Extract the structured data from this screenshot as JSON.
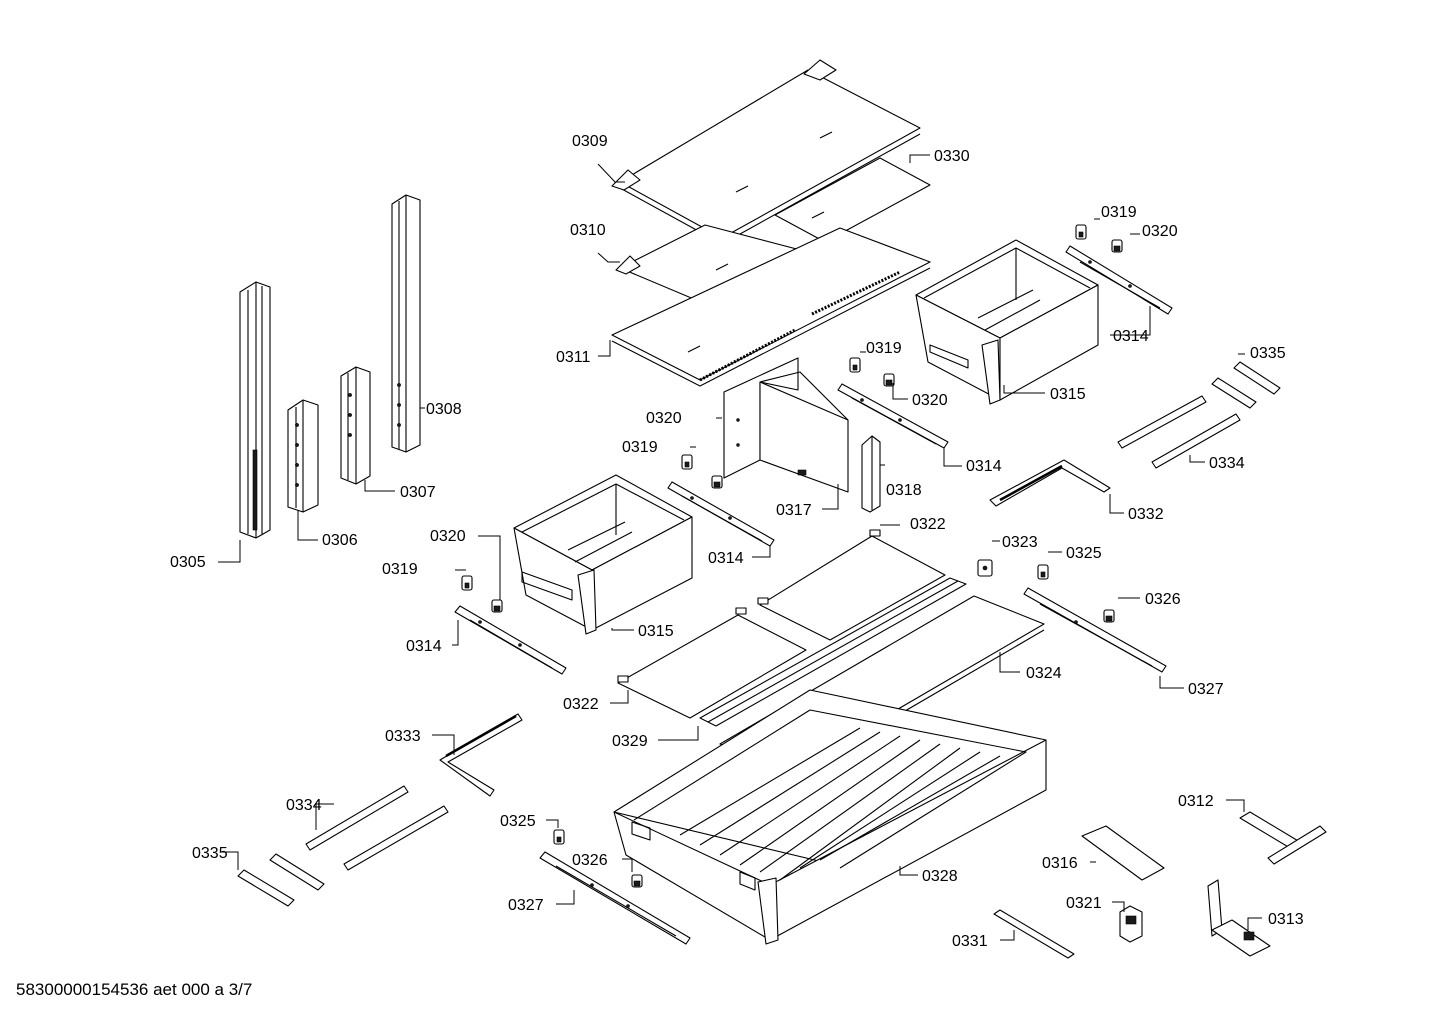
{
  "footer": {
    "document_id": "58300000154536 aet 000 a 3/7"
  },
  "labels": {
    "p0305": "0305",
    "p0306": "0306",
    "p0307": "0307",
    "p0308": "0308",
    "p0309": "0309",
    "p0310": "0310",
    "p0311": "0311",
    "p0312": "0312",
    "p0313": "0313",
    "p0314_a": "0314",
    "p0314_b": "0314",
    "p0314_c": "0314",
    "p0314_d": "0314",
    "p0315_a": "0315",
    "p0315_b": "0315",
    "p0316": "0316",
    "p0317": "0317",
    "p0318": "0318",
    "p0319_a": "0319",
    "p0319_b": "0319",
    "p0319_c": "0319",
    "p0319_d": "0319",
    "p0320_a": "0320",
    "p0320_b": "0320",
    "p0320_c": "0320",
    "p0320_d": "0320",
    "p0321": "0321",
    "p0322_a": "0322",
    "p0322_b": "0322",
    "p0323": "0323",
    "p0324": "0324",
    "p0325_a": "0325",
    "p0325_b": "0325",
    "p0326_a": "0326",
    "p0326_b": "0326",
    "p0327_a": "0327",
    "p0327_b": "0327",
    "p0328": "0328",
    "p0329": "0329",
    "p0330": "0330",
    "p0331": "0331",
    "p0332": "0332",
    "p0333": "0333",
    "p0334_a": "0334",
    "p0334_b": "0334",
    "p0335_a": "0335",
    "p0335_b": "0335"
  }
}
